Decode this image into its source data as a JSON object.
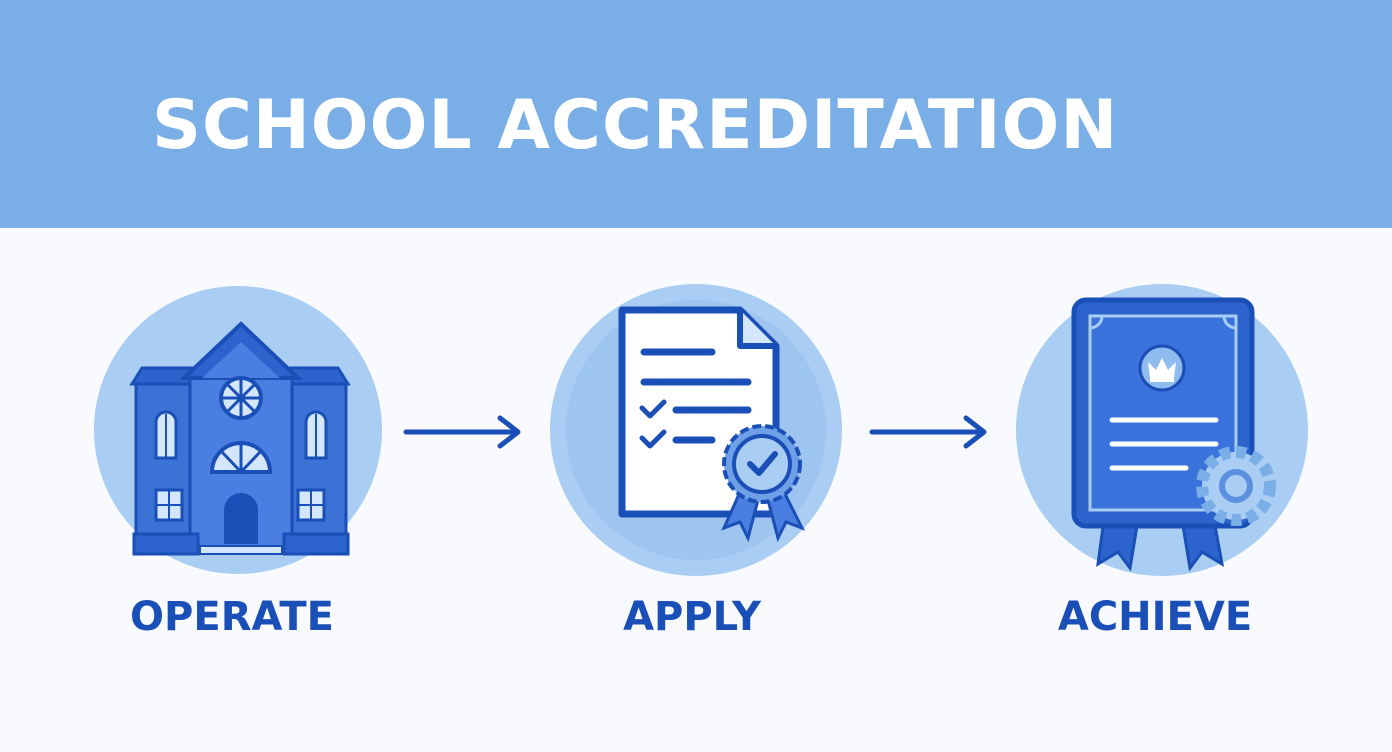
{
  "title": "SCHOOL ACCREDITATION",
  "colors": {
    "banner": "#7aaee6",
    "accent": "#1a4fb8",
    "circle": "#a9cdf3",
    "background": "#f8fafd"
  },
  "steps": [
    {
      "label": "OPERATE",
      "icon": "school-building-icon"
    },
    {
      "label": "APPLY",
      "icon": "checklist-document-icon"
    },
    {
      "label": "ACHIEVE",
      "icon": "certificate-icon"
    }
  ]
}
